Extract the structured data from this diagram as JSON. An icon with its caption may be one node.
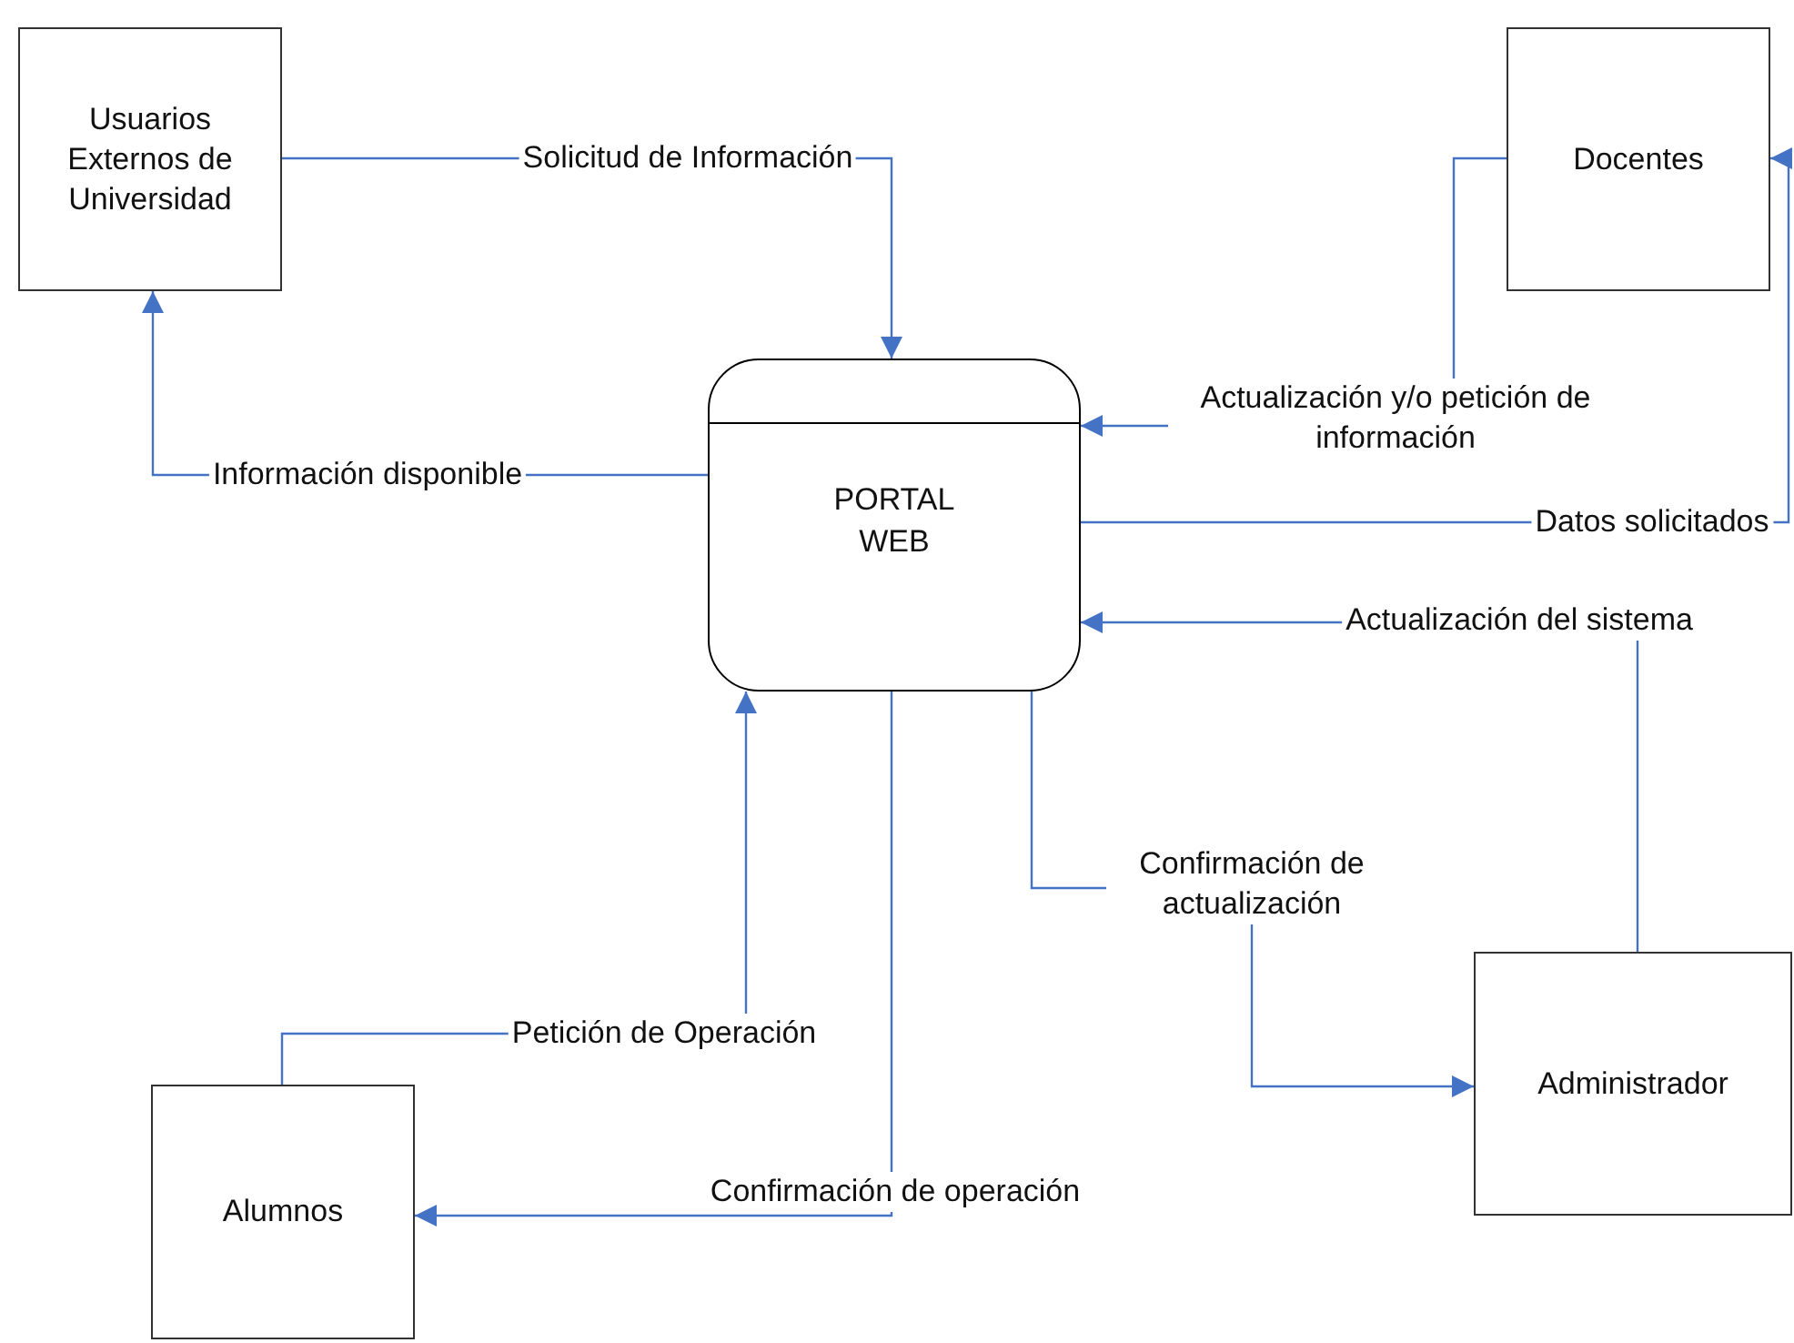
{
  "diagram": {
    "nodes": [
      {
        "text": [
          "Usuarios Externos de Universidad"
        ]
      },
      {
        "text": [
          "Docentes"
        ]
      },
      {
        "text": [
          "PORTAL WEB"
        ]
      },
      {
        "text": [
          "Alumnos"
        ]
      },
      {
        "text": [
          "Administrador"
        ]
      }
    ],
    "edges": [
      {
        "from": 0,
        "to": 2,
        "arrow": "to",
        "label": "Solicitud de Información"
      },
      {
        "from": 2,
        "to": 0,
        "arrow": "to",
        "label": "Información disponible"
      },
      {
        "from": 1,
        "to": 2,
        "arrow": "to",
        "label": "Actualización y/o petición de información"
      },
      {
        "from": 2,
        "to": 1,
        "arrow": "to",
        "label": "Datos solicitados"
      },
      {
        "from": 4,
        "to": 2,
        "arrow": "to",
        "label": "Actualización del sistema"
      },
      {
        "from": 2,
        "to": 4,
        "arrow": "to",
        "label": "Confirmación de actualización"
      },
      {
        "from": 3,
        "to": 2,
        "arrow": "to",
        "label": "Petición de Operación"
      },
      {
        "from": 2,
        "to": 3,
        "arrow": "to",
        "label": "Confirmación de operación"
      }
    ]
  }
}
